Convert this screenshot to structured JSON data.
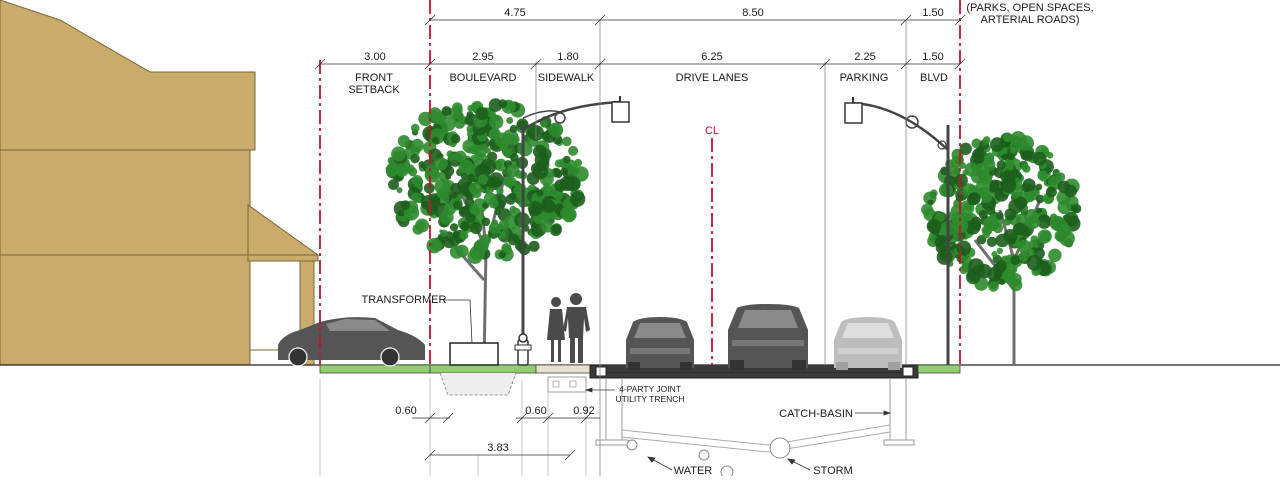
{
  "header_note": [
    "(PARKS, OPEN SPACES,",
    "ARTERIAL ROADS)"
  ],
  "top_dims": [
    "4.75",
    "8.50",
    "1.50"
  ],
  "zone_dims": [
    "3.00",
    "2.95",
    "1.80",
    "6.25",
    "2.25",
    "1.50"
  ],
  "zones": {
    "front_setback": [
      "FRONT",
      "SETBACK"
    ],
    "boulevard": "BOULEVARD",
    "sidewalk": "SIDEWALK",
    "drive_lanes": "DRIVE LANES",
    "parking": "PARKING",
    "blvd": "BLVD"
  },
  "centerline": "CL",
  "transformer": "TRANSFORMER",
  "utility_trench": [
    "4-PARTY JOINT",
    "UTILITY TRENCH"
  ],
  "bottom_dims": [
    "0.60",
    "0.60",
    "0.92",
    "3.83"
  ],
  "catch_basin": "CATCH-BASIN",
  "water": "WATER",
  "storm": "STORM",
  "colors": {
    "house": "#c9ab6b",
    "house_line": "#7a6433",
    "tree": "#2e8b2e",
    "tree_dark": "#1c5e1c",
    "vehicle": "#555555",
    "vehicle_faded": "#bdbdbd",
    "grass": "#8fcf6f",
    "red_line": "#c8102e",
    "road": "#3a3a3a"
  }
}
